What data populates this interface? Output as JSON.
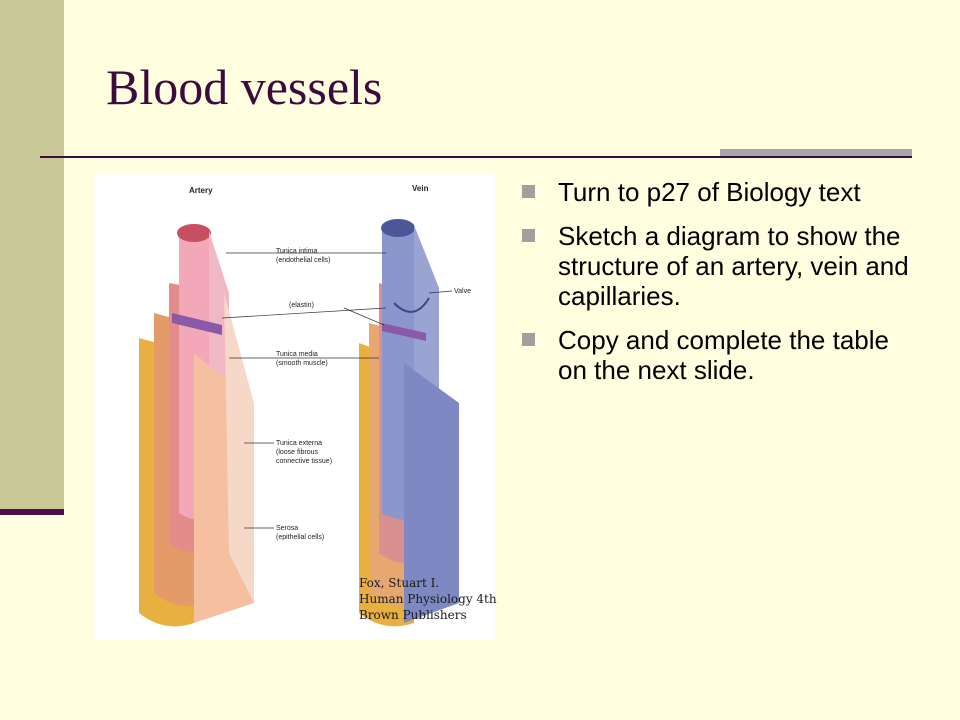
{
  "slide": {
    "title": "Blood vessels",
    "bullets": [
      "Turn to p27 of Biology text",
      "Sketch a diagram to show the structure of an artery, vein and capillaries.",
      "Copy and complete the table on the next slide."
    ]
  },
  "figure": {
    "artery_label": "Artery",
    "vein_label": "Vein",
    "labels": {
      "tunica_intima": "Tunica intima",
      "tunica_intima_sub": "(endothelial cells)",
      "elastin": "(elastin)",
      "tunica_media": "Tunica media",
      "tunica_media_sub": "(smooth muscle)",
      "tunica_externa": "Tunica externa",
      "tunica_externa_sub1": "(loose fibrous",
      "tunica_externa_sub2": "connective tissue)",
      "serosa": "Serosa",
      "serosa_sub": "(epithelial cells)",
      "valve": "Valve"
    },
    "citation": [
      "Fox, Stuart I.",
      "Human Physiology 4th",
      "Brown Publishers"
    ]
  },
  "colors": {
    "background": "#ffffe0",
    "sidebar": "#c8c896",
    "title": "#3d0a3d",
    "rule_accent": "#a6a6a6",
    "bullet_marker": "#a0a0a0"
  }
}
